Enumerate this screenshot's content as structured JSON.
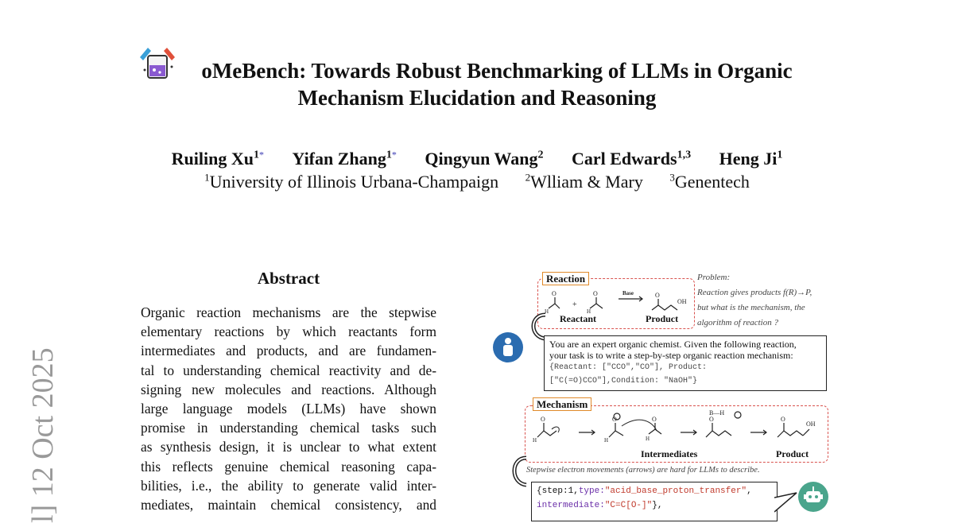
{
  "paper": {
    "title_line1": "oMeBench: Towards Robust Benchmarking of LLMs in Organic",
    "title_line2": "Mechanism Elucidation and Reasoning",
    "authors": [
      {
        "name": "Ruiling Xu",
        "sup": "1",
        "mark": "*"
      },
      {
        "name": "Yifan Zhang",
        "sup": "1",
        "mark": "*"
      },
      {
        "name": "Qingyun Wang",
        "sup": "2",
        "mark": ""
      },
      {
        "name": "Carl Edwards",
        "sup": "1,3",
        "mark": ""
      },
      {
        "name": "Heng Ji",
        "sup": "1",
        "mark": ""
      }
    ],
    "affiliations": [
      {
        "sup": "1",
        "name": "University of Illinois Urbana-Champaign"
      },
      {
        "sup": "2",
        "name": "Wlliam & Mary"
      },
      {
        "sup": "3",
        "name": "Genentech"
      }
    ],
    "arxiv_stamp": "l]  12 Oct 2025"
  },
  "abstract": {
    "heading": "Abstract",
    "lines": [
      "Organic reaction mechanisms are the stepwise",
      "elementary reactions by which reactants form",
      "intermediates and products, and are fundamen-",
      "tal to understanding chemical reactivity and de-",
      "signing new molecules and reactions. Although",
      "large language models (LLMs) have shown",
      "promise in understanding chemical tasks such",
      "as synthesis design, it is unclear to what extent",
      "this reflects genuine chemical reasoning capa-",
      "bilities, i.e., the ability to generate valid inter-",
      "mediates, maintain chemical consistency, and"
    ]
  },
  "figure": {
    "reaction_label": "Reaction",
    "base_label": "Base",
    "reactant_label": "Reactant",
    "product_label": "Product",
    "problem_note": [
      "Problem:",
      "Reaction gives products f(R)→P,",
      "but what is the mechanism, the",
      "algorithm of reaction ?"
    ],
    "prompt_lines": [
      "You are an expert organic chemist. Given the following reaction,",
      "your task is to write a step-by-step organic reaction mechanism:"
    ],
    "prompt_code": [
      "{Reactant: [\"CCO\",\"CO\"], Product:",
      "[\"C(=O)CCO\"],Condition: \"NaOH\"}"
    ],
    "mechanism_label": "Mechanism",
    "intermediates_label": "Intermediates",
    "product2_label": "Product",
    "electron_note": "Stepwise electron movements (arrows) are hard for LLMs to describe.",
    "code_lines": [
      {
        "p1": "{step:1,",
        "k1": "type:",
        "s1": "\"acid_base_proton_transfer\"",
        "p2": ","
      },
      {
        "p1": "",
        "k1": "intermediate:",
        "s1": "\"C=C[O-]\"",
        "p2": "},"
      }
    ],
    "atom_labels": {
      "H": "H",
      "O": "O",
      "OH": "OH",
      "BH": "B—H"
    }
  }
}
